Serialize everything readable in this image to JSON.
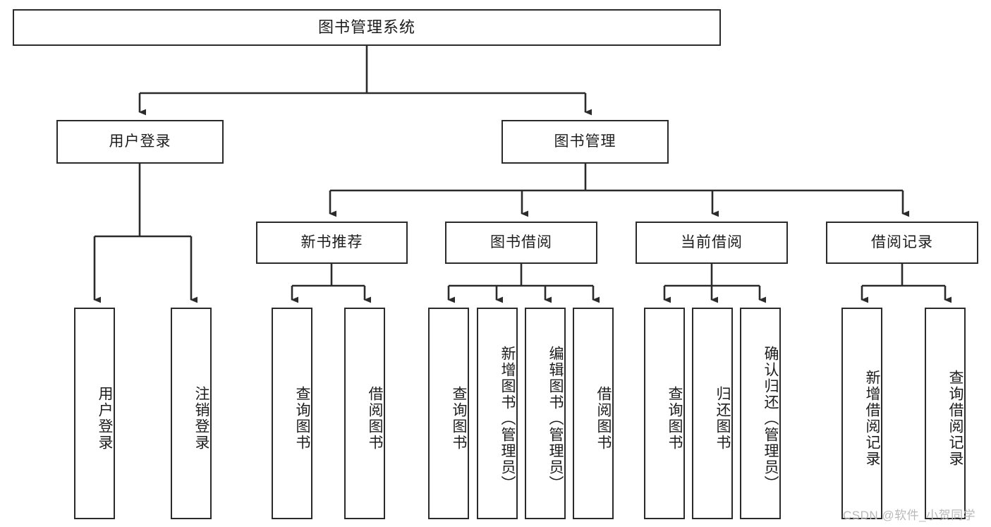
{
  "diagram": {
    "title": "图书管理系统",
    "type": "tree-hierarchy-chart",
    "nodes": {
      "root": {
        "label": "图书管理系统"
      },
      "level2": [
        {
          "id": "user-login",
          "label": "用户登录"
        },
        {
          "id": "book-management",
          "label": "图书管理"
        }
      ],
      "level3": [
        {
          "id": "new-book-recommend",
          "label": "新书推荐"
        },
        {
          "id": "book-borrow",
          "label": "图书借阅"
        },
        {
          "id": "current-borrow",
          "label": "当前借阅"
        },
        {
          "id": "borrow-record",
          "label": "借阅记录"
        }
      ],
      "leaves": [
        {
          "id": "leaf-user-login",
          "label": "用户登录",
          "parent": "user-login"
        },
        {
          "id": "leaf-logout",
          "label": "注销登录",
          "parent": "user-login"
        },
        {
          "id": "leaf-query-book-1",
          "label": "查询图书",
          "parent": "new-book-recommend"
        },
        {
          "id": "leaf-borrow-book-1",
          "label": "借阅图书",
          "parent": "new-book-recommend"
        },
        {
          "id": "leaf-query-book-2",
          "label": "查询图书",
          "parent": "book-borrow"
        },
        {
          "id": "leaf-add-book",
          "label": "新增图书（管理员）",
          "parent": "book-borrow"
        },
        {
          "id": "leaf-edit-book",
          "label": "编辑图书（管理员）",
          "parent": "book-borrow"
        },
        {
          "id": "leaf-borrow-book-2",
          "label": "借阅图书",
          "parent": "book-borrow"
        },
        {
          "id": "leaf-query-book-3",
          "label": "查询图书",
          "parent": "current-borrow"
        },
        {
          "id": "leaf-return-book",
          "label": "归还图书",
          "parent": "current-borrow"
        },
        {
          "id": "leaf-confirm-return",
          "label": "确认归还（管理员）",
          "parent": "current-borrow"
        },
        {
          "id": "leaf-add-record",
          "label": "新增借阅记录",
          "parent": "borrow-record"
        },
        {
          "id": "leaf-query-record",
          "label": "查询借阅记录",
          "parent": "borrow-record"
        }
      ]
    },
    "watermark": "CSDN @软件_小贺同学",
    "colors": {
      "border": "#2b2b2b",
      "background": "#ffffff",
      "text": "#1d1d1d",
      "watermark": "#b9b9b9"
    }
  }
}
